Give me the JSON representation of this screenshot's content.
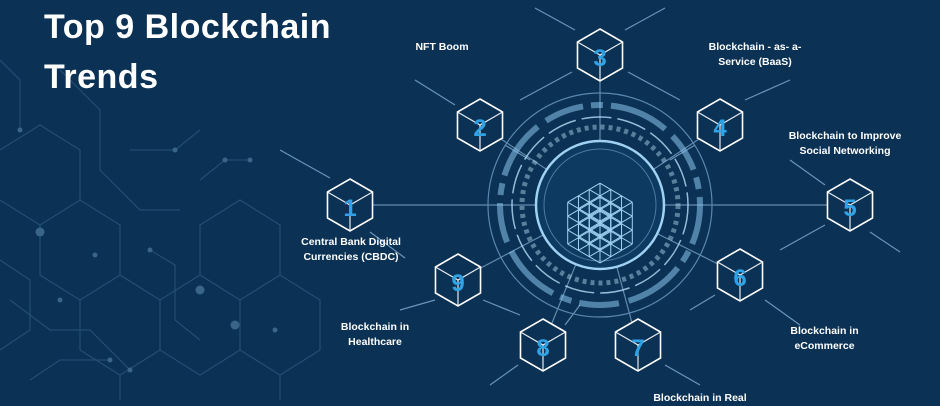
{
  "title_line1": "Top 9 Blockchain",
  "title_line2": "Trends",
  "colors": {
    "background": "#0b3154",
    "accent": "#2ea3e6",
    "line": "#6b95b8",
    "text": "#ffffff"
  },
  "trends": [
    {
      "number": "1",
      "label_line1": "Central Bank Digital",
      "label_line2": "Currencies (CBDC)"
    },
    {
      "number": "2",
      "label_line1": "NFT Boom",
      "label_line2": ""
    },
    {
      "number": "3",
      "label_line1": "",
      "label_line2": ""
    },
    {
      "number": "4",
      "label_line1": "Blockchain - as- a-",
      "label_line2": "Service (BaaS)"
    },
    {
      "number": "5",
      "label_line1": "Blockchain to Improve",
      "label_line2": "Social Networking"
    },
    {
      "number": "6",
      "label_line1": "Blockchain in",
      "label_line2": "eCommerce"
    },
    {
      "number": "7",
      "label_line1": "Blockchain in Real",
      "label_line2": ""
    },
    {
      "number": "8",
      "label_line1": "",
      "label_line2": ""
    },
    {
      "number": "9",
      "label_line1": "Blockchain in",
      "label_line2": "Healthcare"
    }
  ]
}
